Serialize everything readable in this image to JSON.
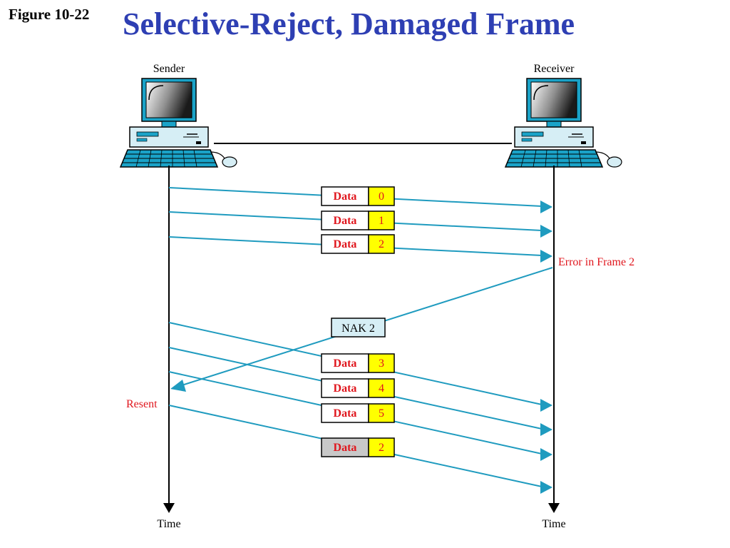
{
  "figure_label": "Figure 10-22",
  "title": "Selective-Reject, Damaged Frame",
  "sender_label": "Sender",
  "receiver_label": "Receiver",
  "time_label_left": "Time",
  "time_label_right": "Time",
  "error_note": "Error in Frame 2",
  "resent_note": "Resent",
  "nak_label": "NAK 2",
  "frames": [
    {
      "label": "Data",
      "num": "0",
      "resent": false
    },
    {
      "label": "Data",
      "num": "1",
      "resent": false
    },
    {
      "label": "Data",
      "num": "2",
      "resent": false
    },
    {
      "label": "Data",
      "num": "3",
      "resent": false
    },
    {
      "label": "Data",
      "num": "4",
      "resent": false
    },
    {
      "label": "Data",
      "num": "5",
      "resent": false
    },
    {
      "label": "Data",
      "num": "2",
      "resent": true
    }
  ],
  "colors": {
    "title": "#2e3fb3",
    "arrow": "#1f9bbf",
    "data_text": "#e0161d",
    "num_fill": "#ffff00",
    "resent_fill": "#c8c8c8",
    "nak_fill": "#d6eef5",
    "note_text": "#e0161d"
  },
  "icons": [
    "computer-icon",
    "computer-icon"
  ]
}
